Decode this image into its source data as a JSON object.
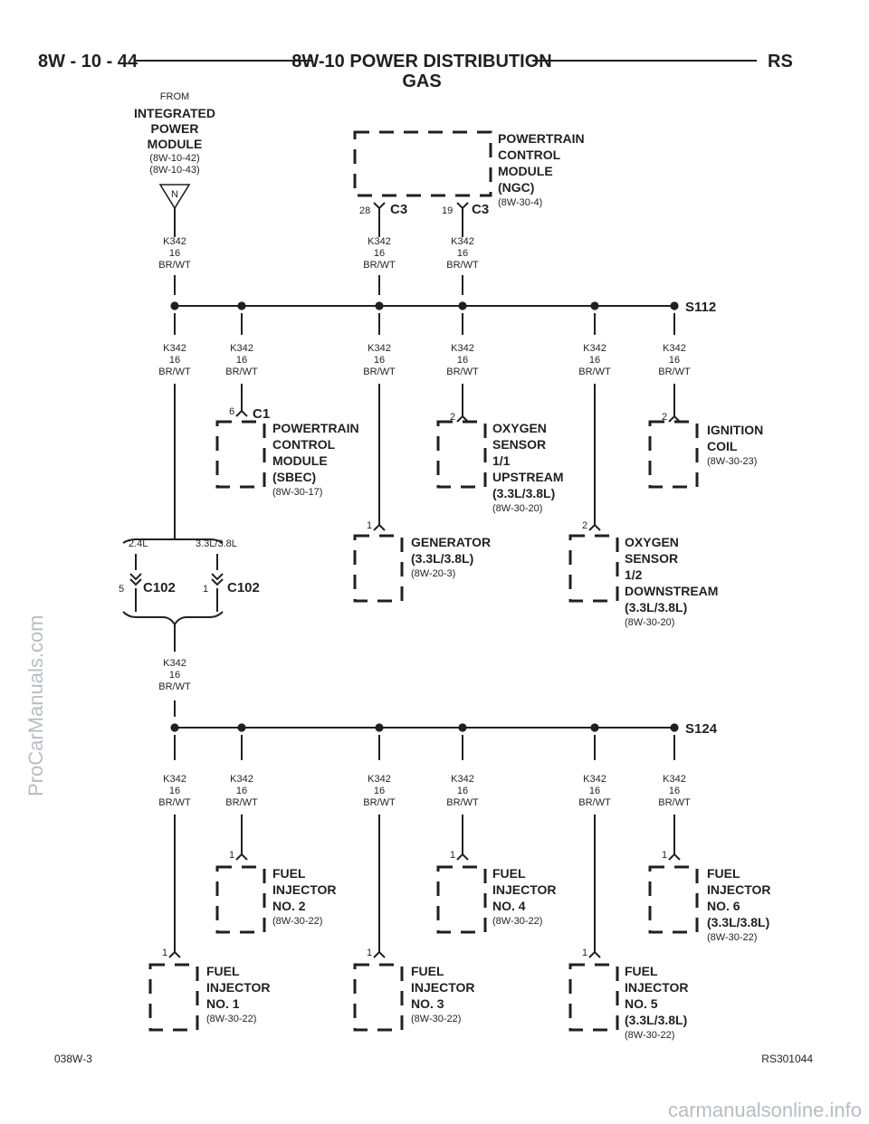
{
  "header": {
    "page_ref": "8W - 10 - 44",
    "title": "8W-10 POWER DISTRIBUTION",
    "subtitle": "GAS",
    "model": "RS"
  },
  "footer": {
    "left_code": "038W-3",
    "right_code": "RS301044"
  },
  "watermarks": {
    "side": "ProCarManuals.com",
    "bottom": "carmanualsonline.info"
  },
  "source": {
    "from": "FROM",
    "name_lines": [
      "INTEGRATED",
      "POWER",
      "MODULE"
    ],
    "refs": [
      "(8W-10-42)",
      "(8W-10-43)"
    ],
    "fuse_symbol": "N"
  },
  "wire": {
    "circuit": "K342",
    "gauge": "16",
    "color": "BR/WT"
  },
  "splices": {
    "upper": "S112",
    "lower": "S124"
  },
  "connectors": {
    "c3": "C3",
    "c1": "C1",
    "c102": "C102"
  },
  "pins": {
    "pcm_ngc_a": "28",
    "pcm_ngc_b": "19",
    "pcm_sbec": "6",
    "o2_upstream": "2",
    "ignition_coil": "2",
    "generator": "1",
    "o2_downstream": "2",
    "c102_a": "5",
    "c102_b": "1",
    "inj": "1"
  },
  "engine_options": {
    "a": "2.4L",
    "b": "3.3L/3.8L"
  },
  "components": {
    "pcm_ngc": {
      "lines": [
        "POWERTRAIN",
        "CONTROL",
        "MODULE",
        "(NGC)"
      ],
      "ref": "(8W-30-4)"
    },
    "pcm_sbec": {
      "lines": [
        "POWERTRAIN",
        "CONTROL",
        "MODULE",
        "(SBEC)"
      ],
      "ref": "(8W-30-17)"
    },
    "o2_upstream": {
      "lines": [
        "OXYGEN",
        "SENSOR",
        "1/1",
        "UPSTREAM",
        "(3.3L/3.8L)"
      ],
      "ref": "(8W-30-20)"
    },
    "ignition_coil": {
      "lines": [
        "IGNITION",
        "COIL"
      ],
      "ref": "(8W-30-23)"
    },
    "generator": {
      "lines": [
        "GENERATOR",
        "(3.3L/3.8L)"
      ],
      "ref": "(8W-20-3)"
    },
    "o2_downstream": {
      "lines": [
        "OXYGEN",
        "SENSOR",
        "1/2",
        "DOWNSTREAM",
        "(3.3L/3.8L)"
      ],
      "ref": "(8W-30-20)"
    },
    "inj2": {
      "lines": [
        "FUEL",
        "INJECTOR",
        "NO. 2"
      ],
      "ref": "(8W-30-22)"
    },
    "inj4": {
      "lines": [
        "FUEL",
        "INJECTOR",
        "NO. 4"
      ],
      "ref": "(8W-30-22)"
    },
    "inj6": {
      "lines": [
        "FUEL",
        "INJECTOR",
        "NO. 6",
        "(3.3L/3.8L)"
      ],
      "ref": "(8W-30-22)"
    },
    "inj1": {
      "lines": [
        "FUEL",
        "INJECTOR",
        "NO. 1"
      ],
      "ref": "(8W-30-22)"
    },
    "inj3": {
      "lines": [
        "FUEL",
        "INJECTOR",
        "NO. 3"
      ],
      "ref": "(8W-30-22)"
    },
    "inj5": {
      "lines": [
        "FUEL",
        "INJECTOR",
        "NO. 5",
        "(3.3L/3.8L)"
      ],
      "ref": "(8W-30-22)"
    }
  }
}
